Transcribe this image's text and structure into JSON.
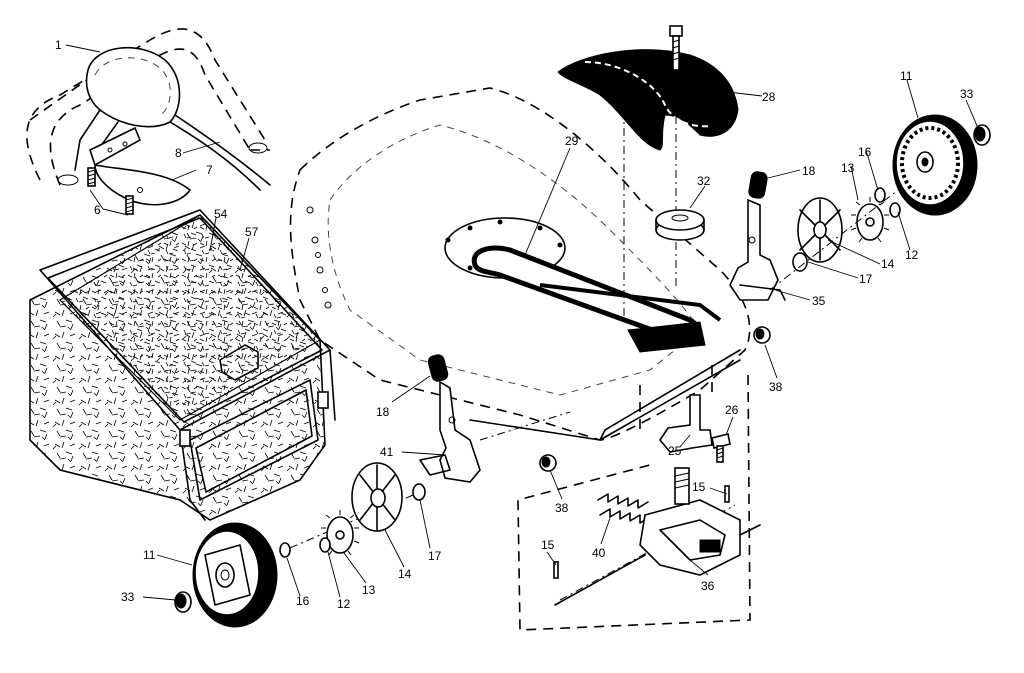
{
  "callouts": [
    {
      "id": "c1",
      "text": "1"
    },
    {
      "id": "c8",
      "text": "8"
    },
    {
      "id": "c7",
      "text": "7"
    },
    {
      "id": "c6",
      "text": "6"
    },
    {
      "id": "c54",
      "text": "54"
    },
    {
      "id": "c57",
      "text": "57"
    },
    {
      "id": "c29",
      "text": "29"
    },
    {
      "id": "c28",
      "text": "28"
    },
    {
      "id": "c32",
      "text": "32"
    },
    {
      "id": "c18a",
      "text": "18"
    },
    {
      "id": "c13a",
      "text": "13"
    },
    {
      "id": "c16a",
      "text": "16"
    },
    {
      "id": "c11a",
      "text": "11"
    },
    {
      "id": "c33a",
      "text": "33"
    },
    {
      "id": "c12a",
      "text": "12"
    },
    {
      "id": "c14a",
      "text": "14"
    },
    {
      "id": "c17a",
      "text": "17"
    },
    {
      "id": "c35",
      "text": "35"
    },
    {
      "id": "c38a",
      "text": "38"
    },
    {
      "id": "c18b",
      "text": "18"
    },
    {
      "id": "c41",
      "text": "41"
    },
    {
      "id": "c38b",
      "text": "38"
    },
    {
      "id": "c26",
      "text": "26"
    },
    {
      "id": "c25",
      "text": "25"
    },
    {
      "id": "c15a",
      "text": "15"
    },
    {
      "id": "c40",
      "text": "40"
    },
    {
      "id": "c36",
      "text": "36"
    },
    {
      "id": "c15b",
      "text": "15"
    },
    {
      "id": "c11b",
      "text": "11"
    },
    {
      "id": "c16b",
      "text": "16"
    },
    {
      "id": "c12b",
      "text": "12"
    },
    {
      "id": "c13b",
      "text": "13"
    },
    {
      "id": "c14b",
      "text": "14"
    },
    {
      "id": "c17b",
      "text": "17"
    },
    {
      "id": "c33b",
      "text": "33"
    }
  ]
}
